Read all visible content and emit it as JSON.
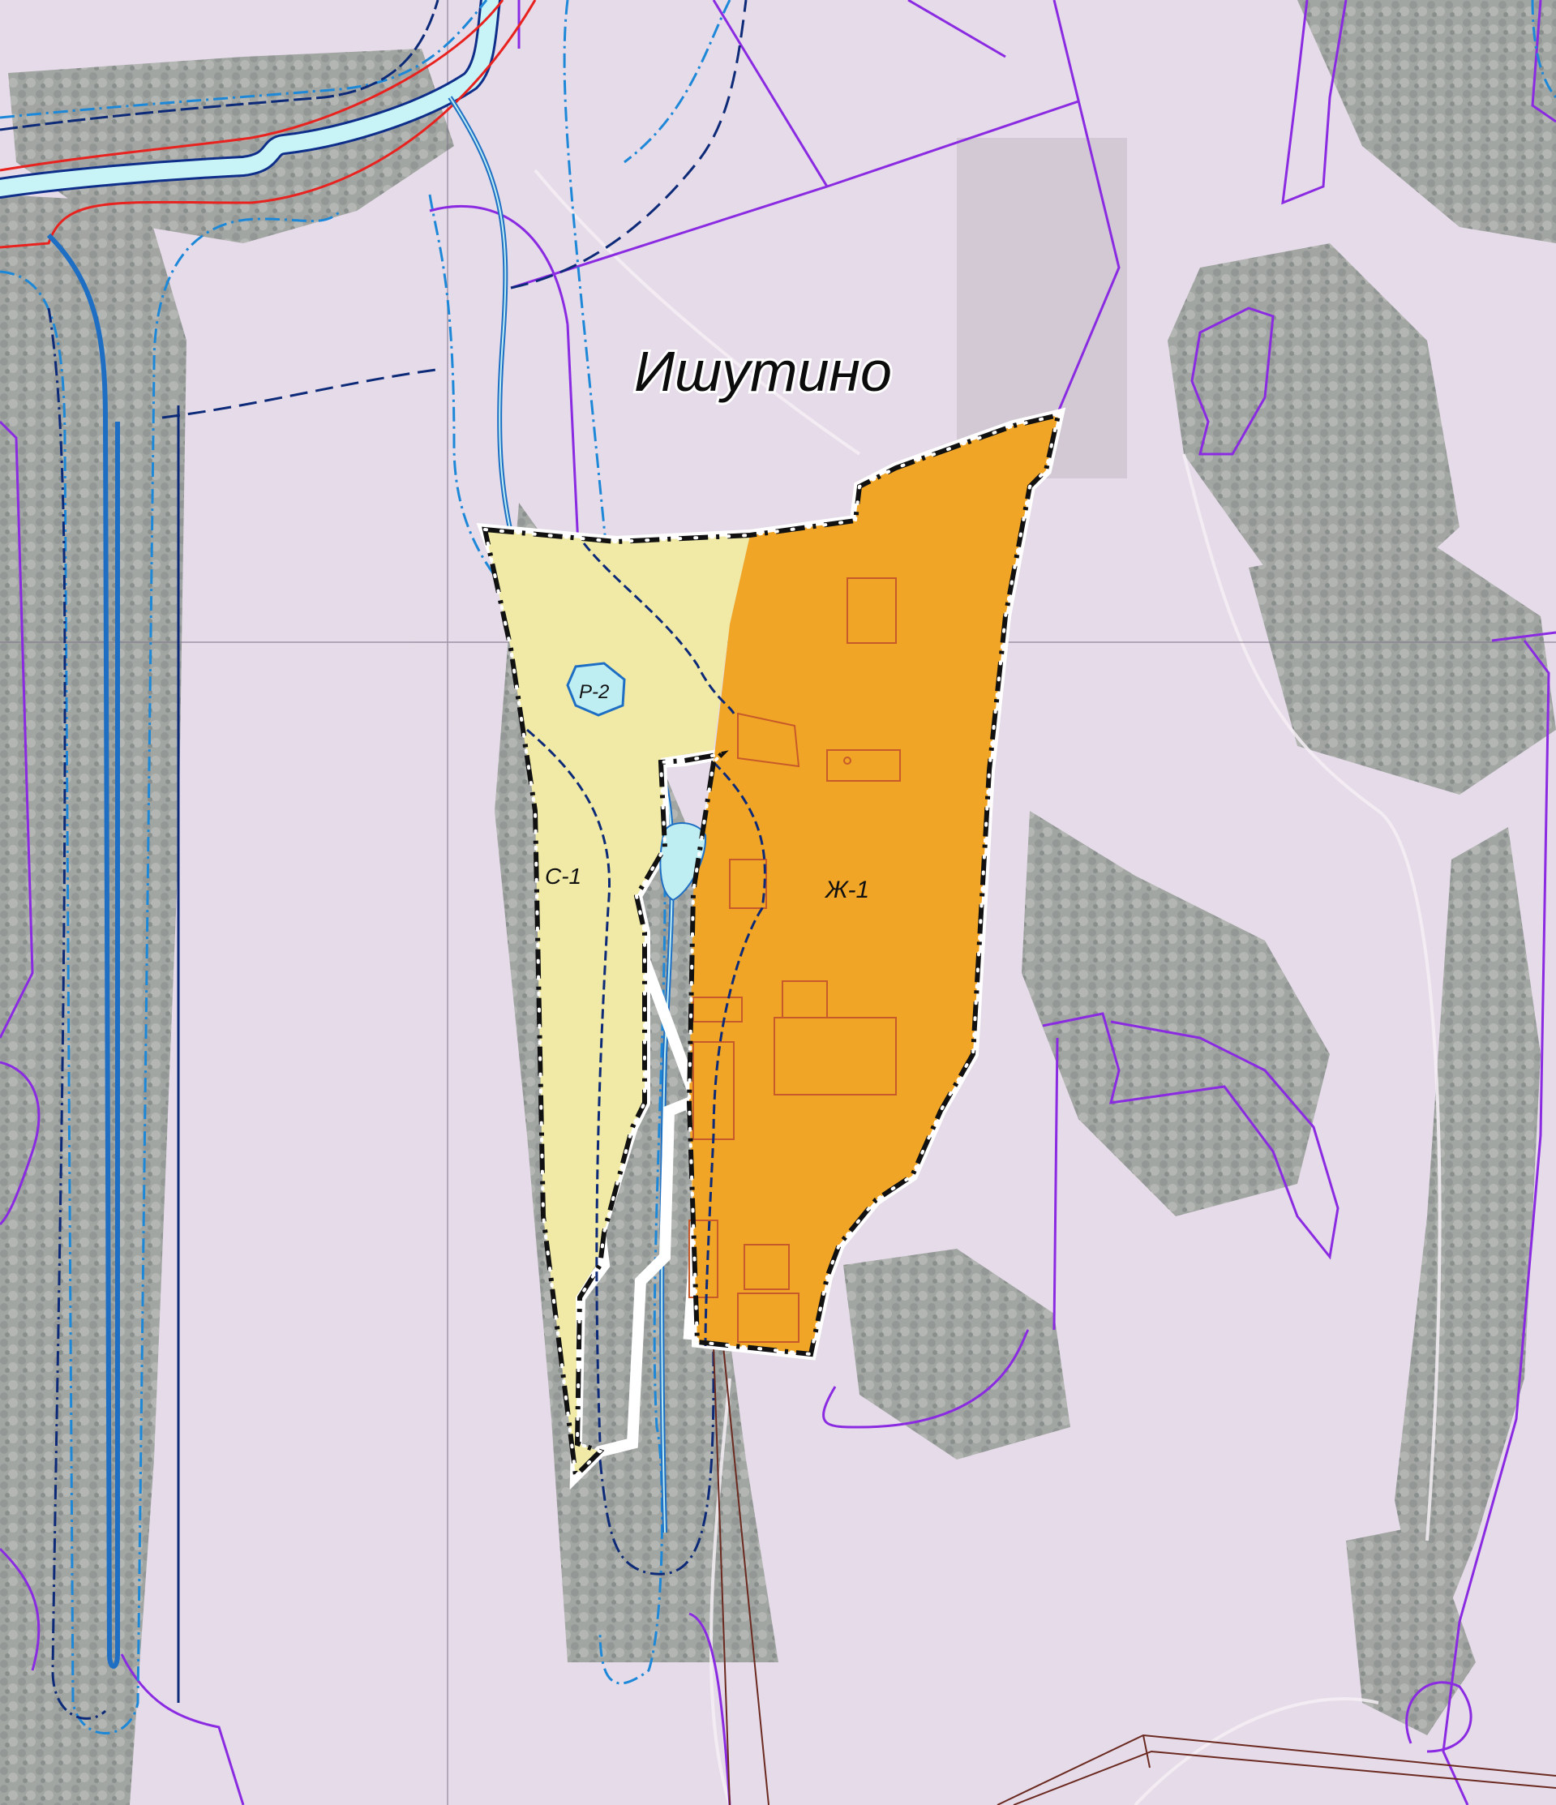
{
  "map": {
    "settlement_name": "Ишутино",
    "zones": [
      {
        "code": "Ж-1",
        "fill": "#f0a526"
      },
      {
        "code": "С-1",
        "fill": "#f0eaa6"
      },
      {
        "code": "Р-2",
        "fill": "#bfeef2"
      }
    ],
    "colors": {
      "background": "#ece2ef",
      "forest": "#8e958f",
      "river": "#c8f4f8",
      "parcel_boundary": "#8a2be2",
      "red_line": "#e8221e",
      "water_protection": "#1e88d8",
      "dark_line": "#0d2a78",
      "power_line": "#6b2a20",
      "settlement_border": "#111111"
    }
  }
}
